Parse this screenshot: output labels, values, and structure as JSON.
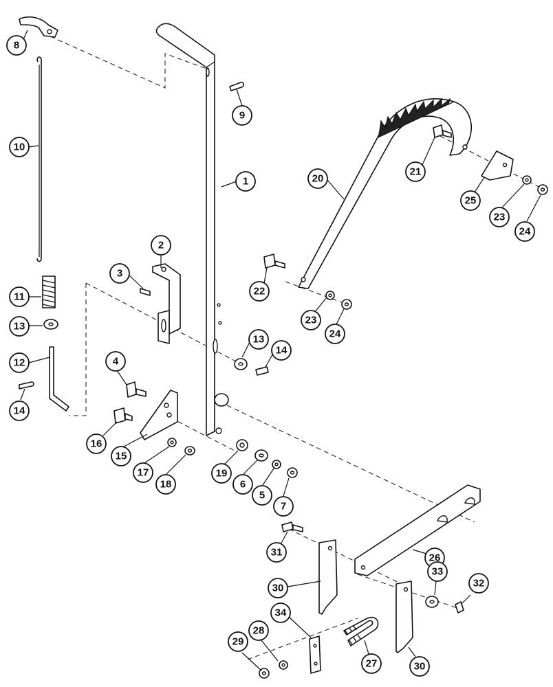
{
  "callouts": {
    "c1": "1",
    "c2": "2",
    "c3": "3",
    "c4": "4",
    "c5": "5",
    "c6": "6",
    "c7": "7",
    "c8": "8",
    "c9": "9",
    "c10": "10",
    "c11": "11",
    "c12": "12",
    "c13a": "13",
    "c13b": "13",
    "c14a": "14",
    "c14b": "14",
    "c15": "15",
    "c16": "16",
    "c17": "17",
    "c18": "18",
    "c19": "19",
    "c20": "20",
    "c21": "21",
    "c22": "22",
    "c23a": "23",
    "c23b": "23",
    "c24a": "24",
    "c24b": "24",
    "c25": "25",
    "c26": "26",
    "c27": "27",
    "c28": "28",
    "c29": "29",
    "c30a": "30",
    "c30b": "30",
    "c31": "31",
    "c32": "32",
    "c33": "33",
    "c34": "34"
  }
}
